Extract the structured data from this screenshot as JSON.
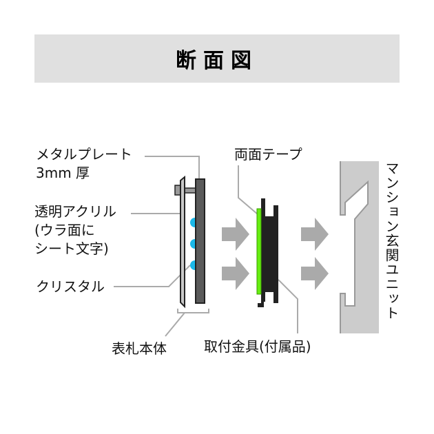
{
  "header": {
    "title": "断面図"
  },
  "labels": {
    "metal_plate_line1": "メタルプレート",
    "metal_plate_line2": "3mm 厚",
    "acrylic_line1": "透明アクリル",
    "acrylic_line2": "(ウラ面に",
    "acrylic_line3": "シート文字)",
    "crystal": "クリスタル",
    "nameplate_body": "表札本体",
    "double_tape": "両面テープ",
    "mounting_bracket": "取付金具(付属品)",
    "entrance_unit": "マンション玄関ユニット"
  },
  "colors": {
    "title_bg": "#e0e0e0",
    "metal_plate": "#5a5a5a",
    "acrylic": "#c8c8c8",
    "crystal": "#1ab8e8",
    "bracket": "#222222",
    "tape": "#66ee11",
    "arrow": "#aaaaaa",
    "wall": "#cccccc",
    "leader_line": "#aaaaaa"
  }
}
